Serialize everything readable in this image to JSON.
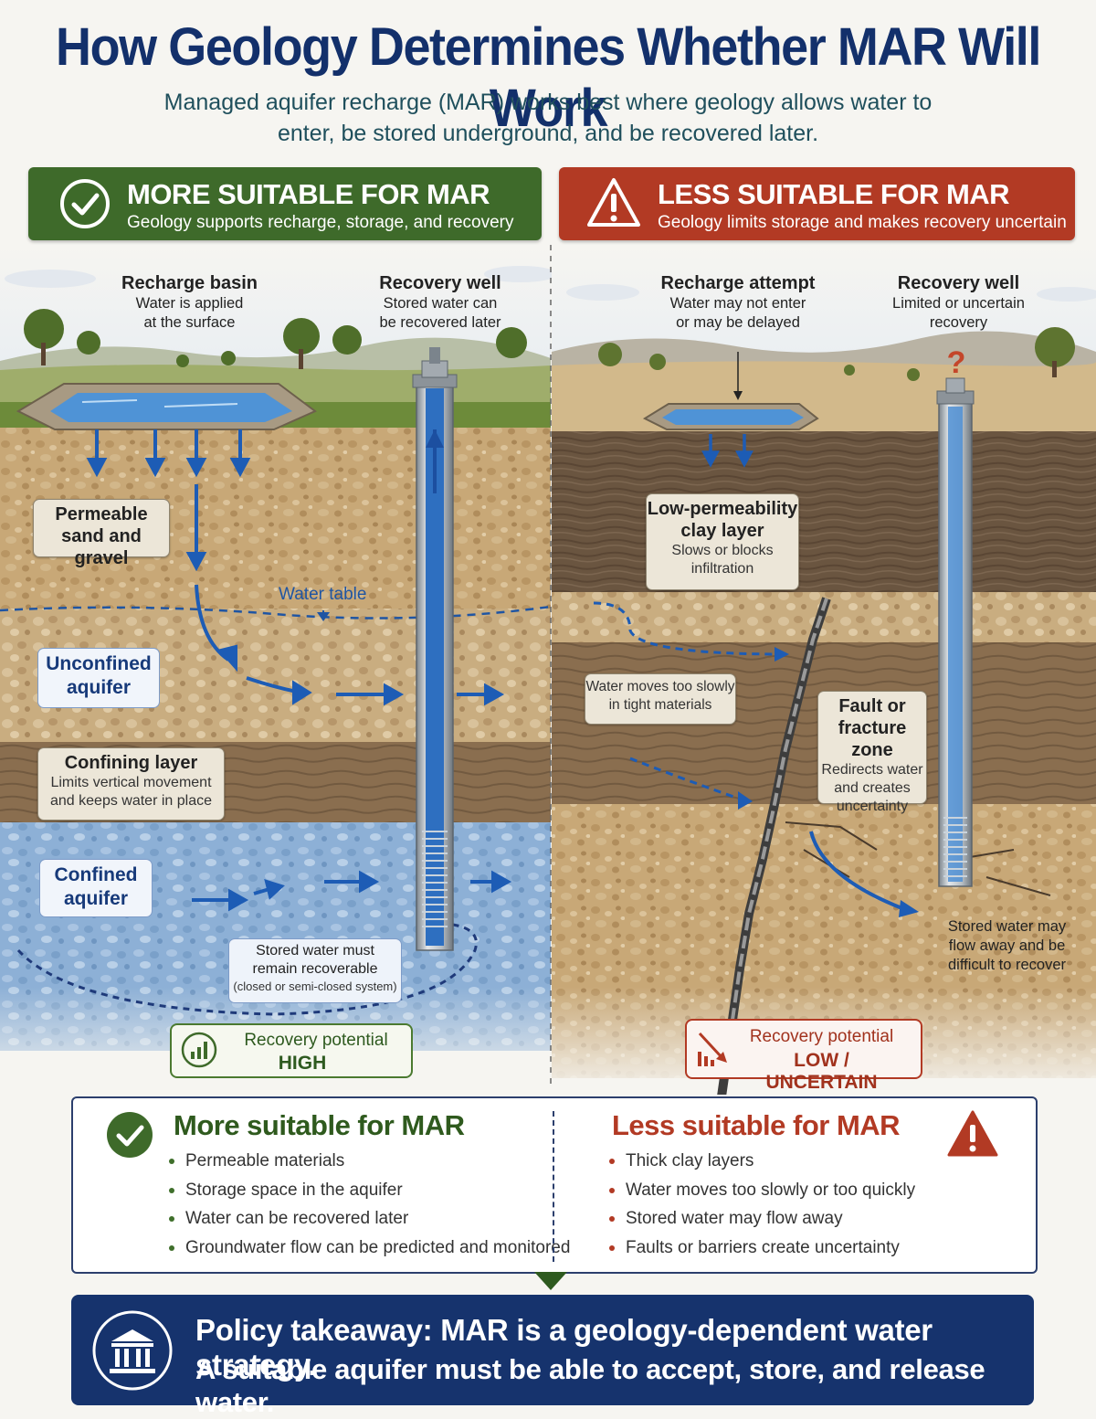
{
  "title": "How Geology Determines Whether MAR Will Work",
  "subtitle": {
    "line1": "Managed aquifer recharge (MAR) works best where geology allows water to",
    "line2": "enter, be stored underground, and be recovered later."
  },
  "left_banner": {
    "title": "MORE SUITABLE FOR MAR",
    "subtitle": "Geology supports recharge, storage, and recovery",
    "color": "#3e6a2a"
  },
  "right_banner": {
    "title": "LESS SUITABLE FOR MAR",
    "subtitle": "Geology limits storage and makes recovery uncertain",
    "color": "#b23a24"
  },
  "left_panel": {
    "recharge_basin": {
      "title": "Recharge basin",
      "line1": "Water is applied",
      "line2": "at the surface"
    },
    "recovery_well": {
      "title": "Recovery well",
      "line1": "Stored water can",
      "line2": "be recovered later"
    },
    "permeable": {
      "line1": "Permeable",
      "line2": "sand and gravel"
    },
    "water_table": "Water table",
    "unconfined": {
      "line1": "Unconfined",
      "line2": "aquifer"
    },
    "confining": {
      "title": "Confining layer",
      "line1": "Limits vertical movement",
      "line2": "and keeps water in place"
    },
    "confined": {
      "line1": "Confined",
      "line2": "aquifer"
    },
    "stored": {
      "line1": "Stored water must",
      "line2": "remain recoverable",
      "line3": "(closed or semi-closed system)"
    },
    "recovery_potential": {
      "label": "Recovery potential",
      "value": "HIGH"
    }
  },
  "right_panel": {
    "recharge_attempt": {
      "title": "Recharge attempt",
      "line1": "Water may not enter",
      "line2": "or may be delayed"
    },
    "recovery_well": {
      "title": "Recovery well",
      "line1": "Limited or uncertain",
      "line2": "recovery"
    },
    "clay": {
      "line1": "Low-permeability",
      "line2": "clay layer",
      "line3": "Slows or blocks",
      "line4": "infiltration"
    },
    "slow": {
      "line1": "Water moves too slowly",
      "line2": "in tight materials"
    },
    "fault": {
      "line1": "Fault or",
      "line2": "fracture zone",
      "line3": "Redirects water",
      "line4": "and creates",
      "line5": "uncertainty"
    },
    "flow_away": {
      "line1": "Stored water may",
      "line2": "flow away and be",
      "line3": "difficult to recover"
    },
    "recovery_potential": {
      "label": "Recovery potential",
      "value": "LOW / UNCERTAIN"
    }
  },
  "summary": {
    "more": {
      "title": "More suitable for MAR",
      "items": [
        "Permeable materials",
        "Storage space in the aquifer",
        "Water can be recovered later",
        "Groundwater flow can be predicted and monitored"
      ]
    },
    "less": {
      "title": "Less suitable for MAR",
      "items": [
        "Thick clay layers",
        "Water moves too slowly or too quickly",
        "Stored water may flow away",
        "Faults or barriers create uncertainty"
      ]
    }
  },
  "policy": {
    "line1": "Policy takeaway: MAR is a geology-dependent water strategy.",
    "line2": "A suitable aquifer must be able to accept, store, and release water."
  },
  "icons": {
    "left_banner": "check-circle-icon",
    "right_banner": "warning-triangle-icon",
    "policy": "government-building-icon",
    "recovery_high": "bar-chart-up-icon",
    "recovery_low": "bar-chart-down-icon"
  }
}
